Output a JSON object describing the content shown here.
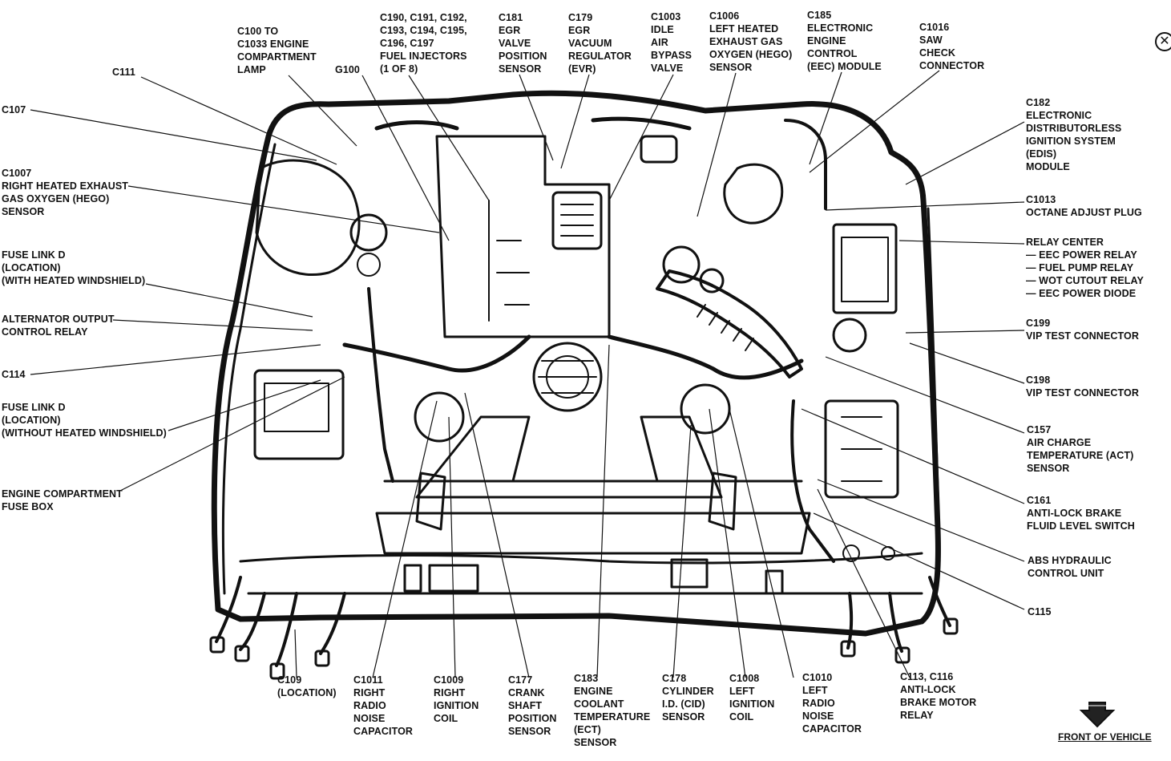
{
  "diagram": {
    "labels": {
      "c111": "C111",
      "c107": "C107",
      "c1007": "C1007\nRIGHT HEATED EXHAUST\nGAS OXYGEN (HEGO)\nSENSOR",
      "fuse_link_with": "FUSE LINK D\n(LOCATION)\n(WITH HEATED WINDSHIELD)",
      "alternator_relay": "ALTERNATOR OUTPUT\nCONTROL RELAY",
      "c114": "C114",
      "fuse_link_without": "FUSE LINK D\n(LOCATION)\n(WITHOUT HEATED WINDSHIELD)",
      "fuse_box": "ENGINE COMPARTMENT\nFUSE BOX",
      "c100": "C100 TO\nC1033 ENGINE\nCOMPARTMENT\nLAMP",
      "g100": "G100",
      "c190": "C190, C191, C192,\nC193, C194, C195,\nC196, C197\nFUEL INJECTORS\n(1 OF 8)",
      "c181": "C181\nEGR\nVALVE\nPOSITION\nSENSOR",
      "c179": "C179\nEGR\nVACUUM\nREGULATOR\n(EVR)",
      "c1003": "C1003\nIDLE\nAIR\nBYPASS\nVALVE",
      "c1006": "C1006\nLEFT HEATED\nEXHAUST GAS\nOXYGEN (HEGO)\nSENSOR",
      "c185": "C185\nELECTRONIC\nENGINE\nCONTROL\n(EEC) MODULE",
      "c1016": "C1016\nSAW\nCHECK\nCONNECTOR",
      "c182": "C182\nELECTRONIC\nDISTRIBUTORLESS\nIGNITION SYSTEM\n(EDIS)\nMODULE",
      "c1013": "C1013\nOCTANE ADJUST PLUG",
      "relay_center": "RELAY CENTER\n— EEC POWER RELAY\n— FUEL PUMP RELAY\n— WOT CUTOUT RELAY\n— EEC POWER DIODE",
      "c199": "C199\nVIP TEST CONNECTOR",
      "c198": "C198\nVIP TEST CONNECTOR",
      "c157": "C157\nAIR CHARGE\nTEMPERATURE (ACT)\nSENSOR",
      "c161": "C161\nANTI-LOCK BRAKE\nFLUID LEVEL SWITCH",
      "abs_unit": "ABS HYDRAULIC\nCONTROL UNIT",
      "c115": "C115",
      "c109": "C109\n(LOCATION)",
      "c1011": "C1011\nRIGHT\nRADIO\nNOISE\nCAPACITOR",
      "c1009": "C1009\nRIGHT\nIGNITION\nCOIL",
      "c177": "C177\nCRANK\nSHAFT\nPOSITION\nSENSOR",
      "c183": "C183\nENGINE\nCOOLANT\nTEMPERATURE\n(ECT)\nSENSOR",
      "c178": "C178\nCYLINDER\nI.D. (CID)\nSENSOR",
      "c1008": "C1008\nLEFT\nIGNITION\nCOIL",
      "c1010": "C1010\nLEFT\nRADIO\nNOISE\nCAPACITOR",
      "c113": "C113, C116\nANTI-LOCK\nBRAKE MOTOR\nRELAY"
    },
    "front_of_vehicle": "FRONT OF VEHICLE",
    "close_symbol": "✕"
  }
}
